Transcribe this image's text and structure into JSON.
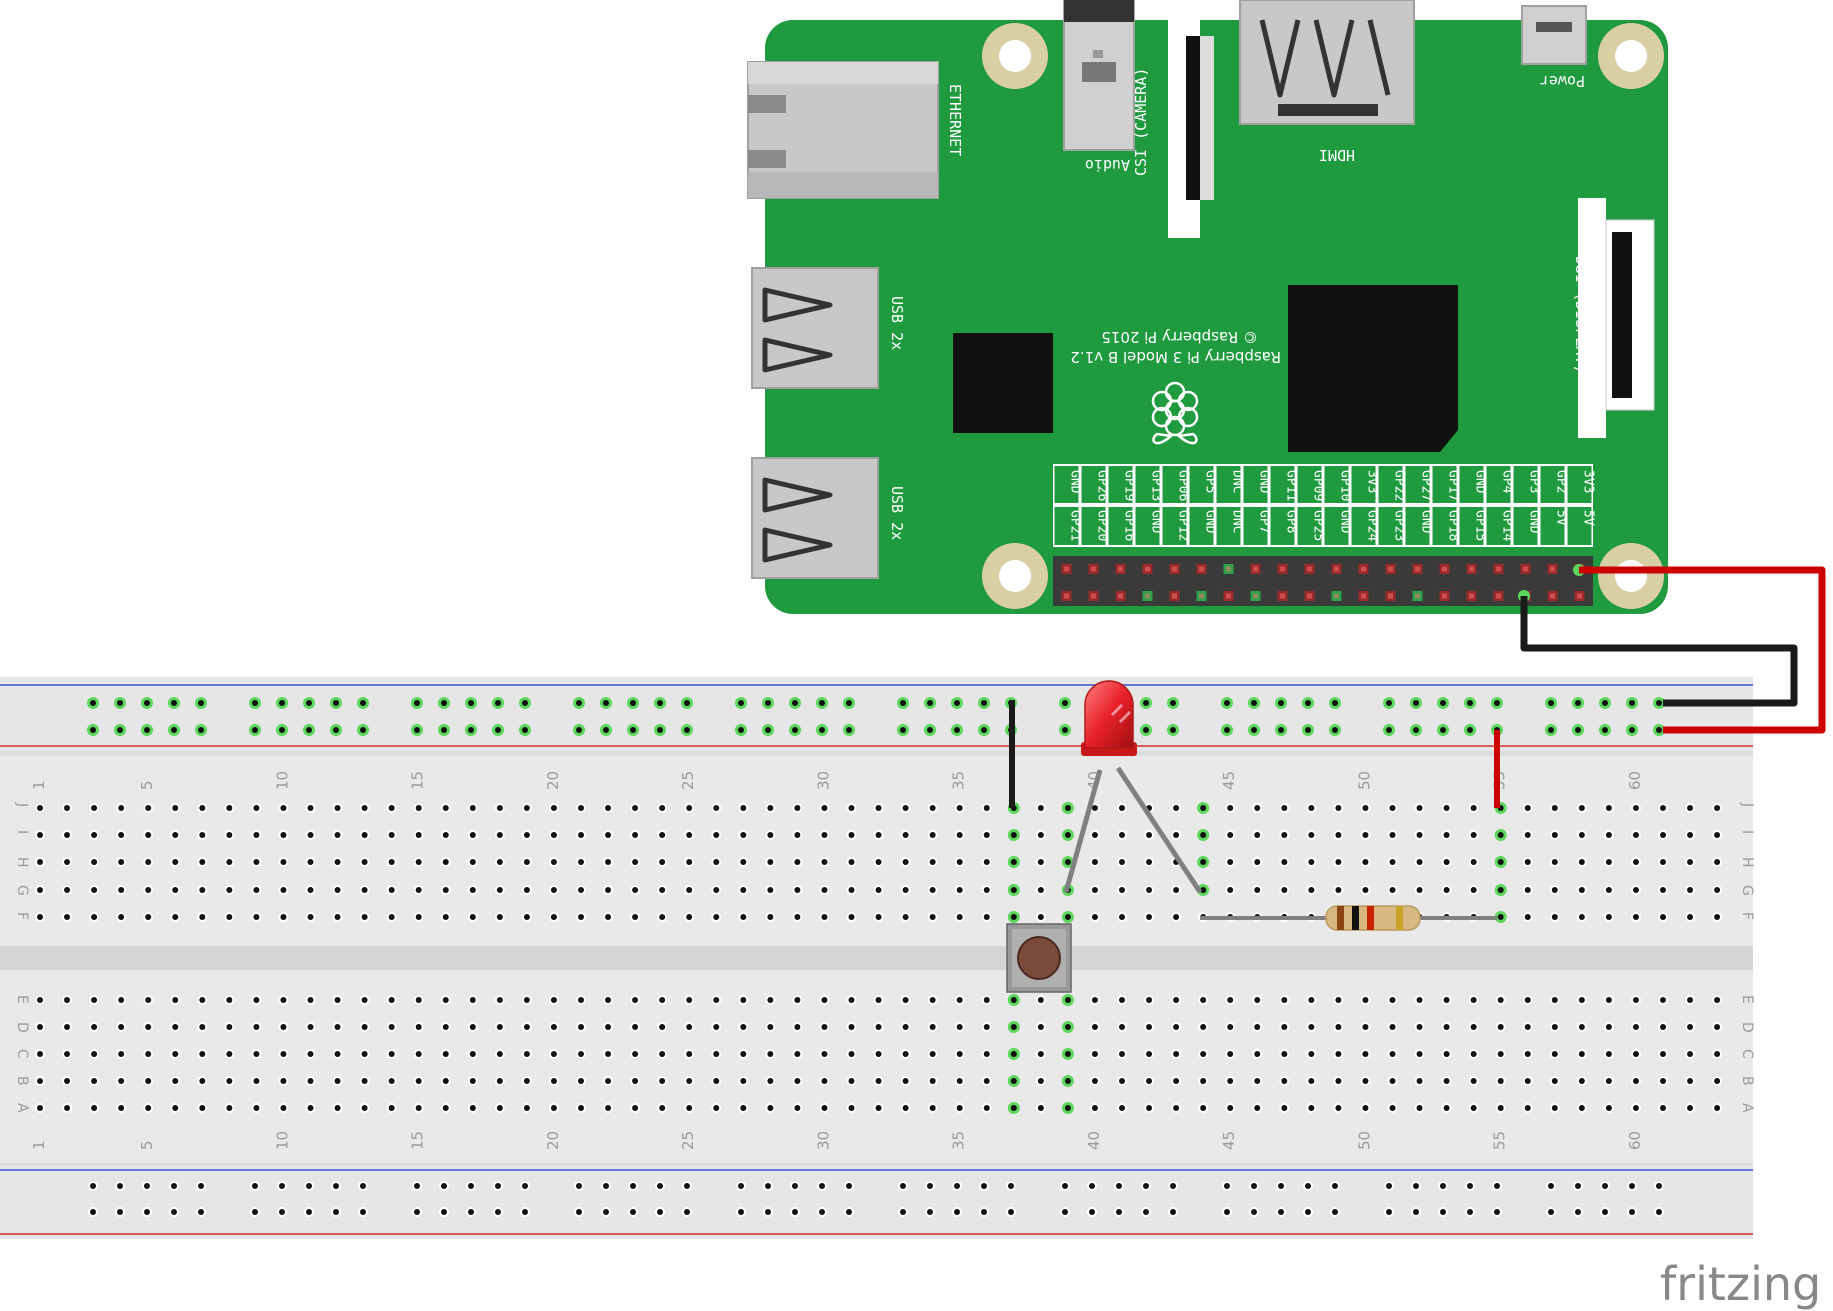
{
  "pi": {
    "ethernet": "ETHERNET",
    "usb1": "USB 2x",
    "usb2": "USB 2x",
    "audio": "Audio",
    "camera": "CSI (CAMERA)",
    "hdmi": "HDMI",
    "power": "Power",
    "display": "DSI (DISPLAY)",
    "model_line": "Raspberry Pi 3 Model B v1.2",
    "copyright_line": "© Raspberry Pi 2015",
    "logo_icon": "raspberry-logo-icon",
    "gpio_top": [
      "GND",
      "GP26",
      "GP19",
      "GP13",
      "GP06",
      "GP5",
      "DNC",
      "GND",
      "GP11",
      "GP09",
      "GP10",
      "3V3",
      "GP22",
      "GP27",
      "GP17",
      "GND",
      "GP4",
      "GP3",
      "GP2",
      "3V3"
    ],
    "gpio_bottom": [
      "GP21",
      "GP20",
      "GP16",
      "GND",
      "GP12",
      "GND",
      "DNC",
      "GP7",
      "GP8",
      "GP25",
      "GND",
      "GP24",
      "GP23",
      "GND",
      "GP18",
      "GP15",
      "GP14",
      "GND",
      "5V",
      "5V"
    ],
    "board_color": "#1f9a3f"
  },
  "breadboard": {
    "col_labels": [
      "1",
      "5",
      "10",
      "15",
      "20",
      "25",
      "30",
      "35",
      "40",
      "45",
      "50",
      "55",
      "60"
    ],
    "row_labels_top": [
      "J",
      "I",
      "H",
      "G",
      "F"
    ],
    "row_labels_bottom": [
      "E",
      "D",
      "C",
      "B",
      "A"
    ]
  },
  "brand": {
    "logo_text": "fritzing"
  },
  "colors": {
    "red_wire": "#cc0000",
    "black_wire": "#1a1a1a",
    "led": "#e8202a",
    "rail_blue": "#3b4fd6",
    "rail_red": "#d42a2a"
  }
}
